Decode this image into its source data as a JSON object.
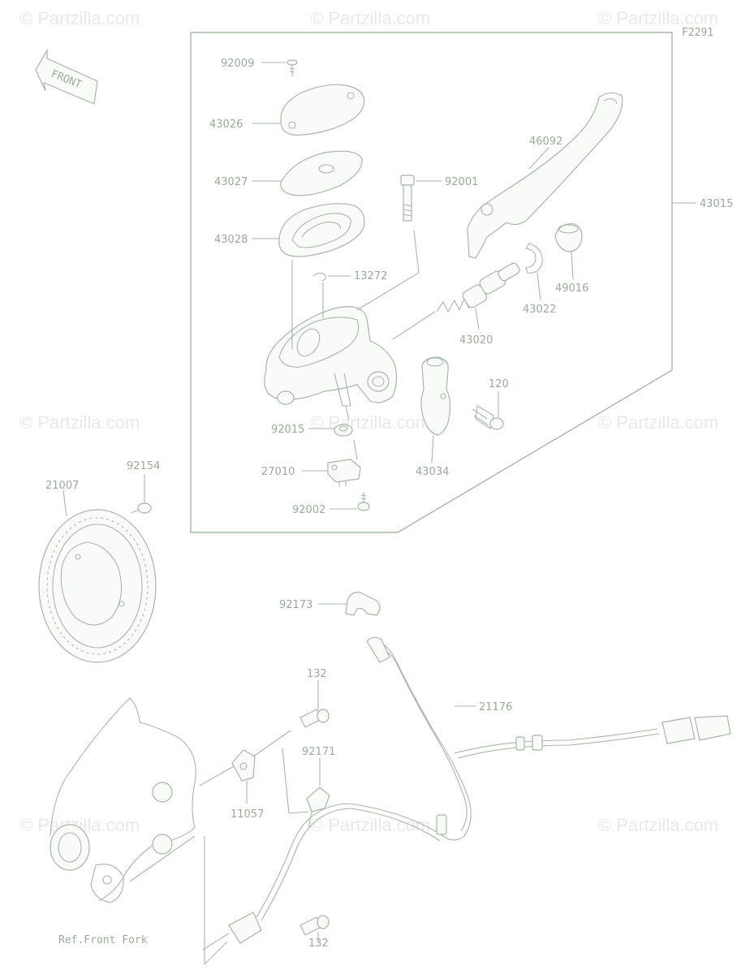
{
  "watermark": "© Partzilla.com",
  "figure_code": "F2291",
  "front_arrow": "FRONT",
  "ref_text": "Ref.Front Fork",
  "labels": {
    "p92009": "92009",
    "p43026": "43026",
    "p43027": "43027",
    "p43028": "43028",
    "p13272": "13272",
    "p92001": "92001",
    "p46092": "46092",
    "p43015": "43015",
    "p49016": "49016",
    "p43022": "43022",
    "p43020": "43020",
    "p120": "120",
    "p92015": "92015",
    "p27010": "27010",
    "p43034": "43034",
    "p92002": "92002",
    "p92154": "92154",
    "p21007": "21007",
    "p92173": "92173",
    "p132a": "132",
    "p21176": "21176",
    "p92171": "92171",
    "p11057": "11057",
    "p132b": "132"
  }
}
